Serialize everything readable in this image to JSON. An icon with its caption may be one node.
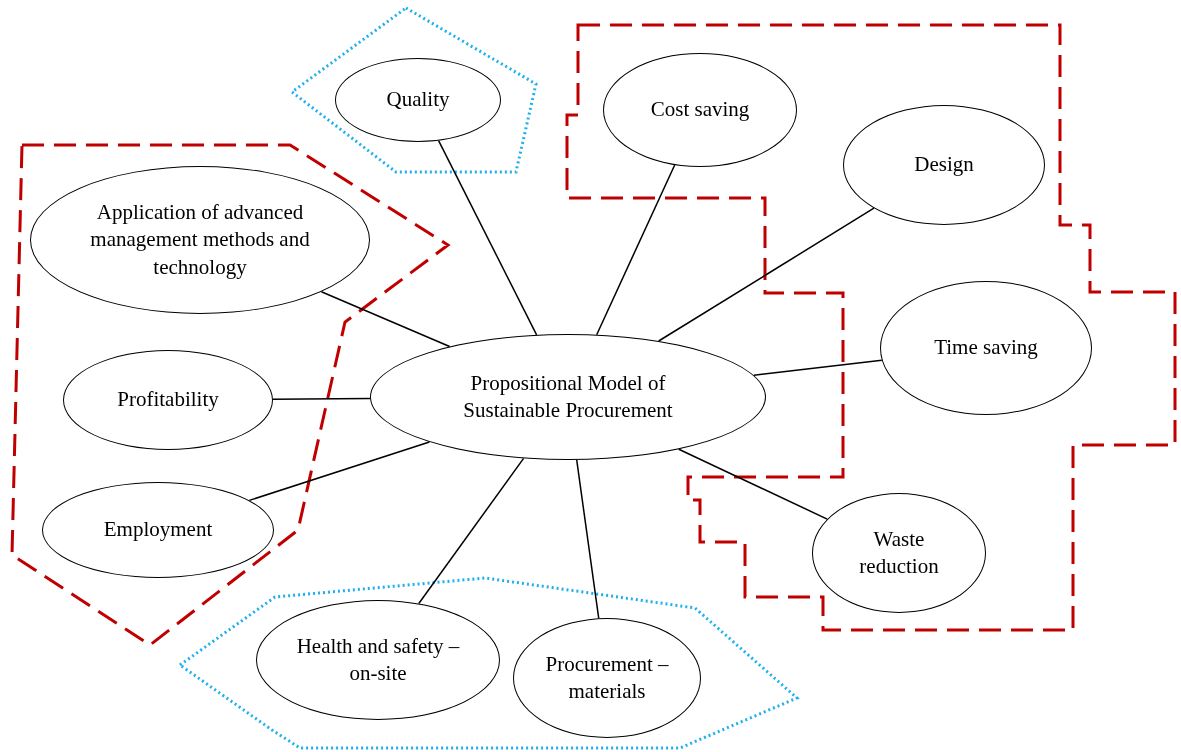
{
  "diagram": {
    "nodes": [
      {
        "text": [],
        "shape": "polygon"
      },
      {
        "text": [
          "Quality"
        ],
        "in": 0
      },
      {
        "text": [],
        "shape": "polygon"
      },
      {
        "text": [
          "Cost saving"
        ],
        "in": 2
      },
      {
        "text": [
          "Design"
        ],
        "in": 2
      },
      {
        "text": [],
        "shape": "polygon"
      },
      {
        "text": [
          "Application of advanced management methods and technology"
        ],
        "in": 5
      },
      {
        "text": [
          "Time saving"
        ],
        "in": 2
      },
      {
        "text": [
          "Profitability"
        ],
        "in": 5
      },
      {
        "text": [
          "Propositional Model of Sustainable Procurement"
        ]
      },
      {
        "text": [
          "Employment"
        ],
        "in": 5
      },
      {
        "text": [
          "Waste reduction"
        ],
        "in": 2
      },
      {
        "text": [],
        "shape": "polygon"
      },
      {
        "text": [
          "Health and safety – on-site"
        ],
        "in": 12
      },
      {
        "text": [
          "Procurement – materials"
        ],
        "in": 12
      }
    ],
    "edges": [
      {
        "from": 9,
        "to": 1,
        "arrow": "none"
      },
      {
        "from": 9,
        "to": 3,
        "arrow": "none"
      },
      {
        "from": 9,
        "to": 4,
        "arrow": "none"
      },
      {
        "from": 9,
        "to": 6,
        "arrow": "none"
      },
      {
        "from": 9,
        "to": 7,
        "arrow": "none"
      },
      {
        "from": 9,
        "to": 8,
        "arrow": "none"
      },
      {
        "from": 9,
        "to": 10,
        "arrow": "none"
      },
      {
        "from": 9,
        "to": 11,
        "arrow": "none"
      },
      {
        "from": 9,
        "to": 13,
        "arrow": "none"
      },
      {
        "from": 9,
        "to": 14,
        "arrow": "none"
      }
    ]
  }
}
